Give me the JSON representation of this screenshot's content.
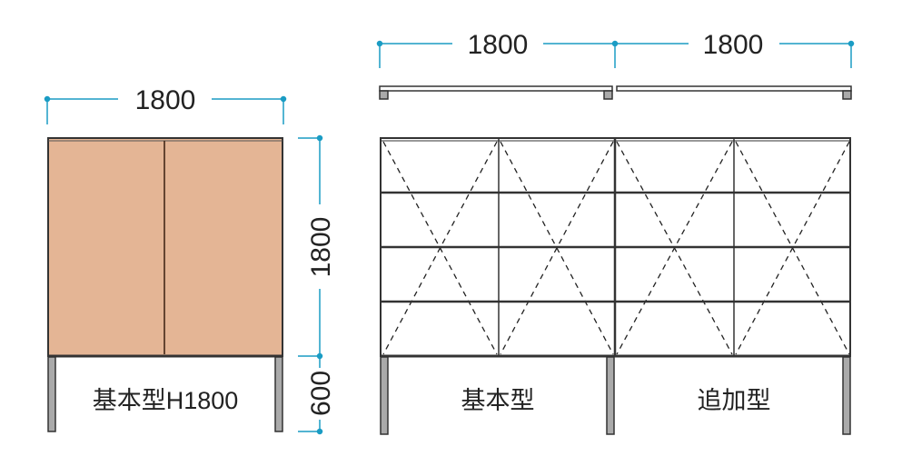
{
  "left": {
    "width_label": "1800",
    "height_label": "1800",
    "leg_label": "600",
    "caption": "基本型H1800"
  },
  "right": {
    "width_label_1": "1800",
    "width_label_2": "1800",
    "caption_basic": "基本型",
    "caption_added": "追加型"
  },
  "colors": {
    "dimension": "#1a9cc4",
    "door": "#e4b595",
    "frame": "#333333"
  }
}
